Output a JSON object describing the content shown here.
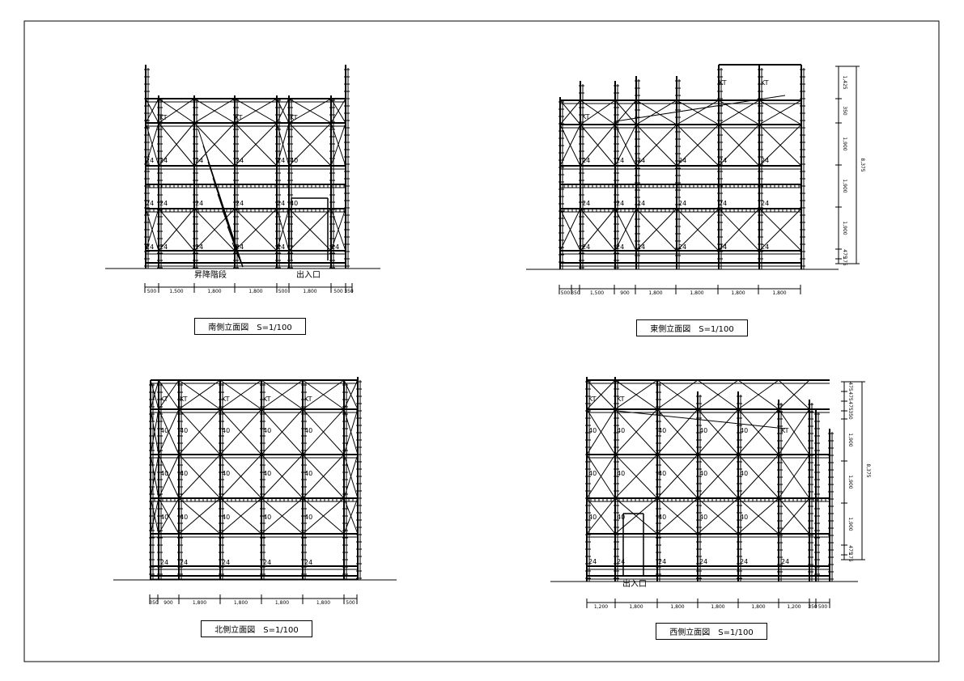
{
  "elevations": [
    {
      "id": "south",
      "title": "南側立面図　S=1/100",
      "notes": [
        "昇降階段",
        "出入口"
      ],
      "bay_dims": [
        "500",
        "1,500",
        "1,800",
        "1,800",
        "500",
        "1,800",
        "500",
        "350"
      ],
      "labels_kt": [
        "KT",
        "KT",
        "KT"
      ],
      "labels_24": "24",
      "labels_40": "40"
    },
    {
      "id": "east",
      "title": "東側立面図　S=1/100",
      "notes": [],
      "bay_dims": [
        "500",
        "350",
        "1,500",
        "900",
        "1,800",
        "1,800",
        "1,800",
        "1,800"
      ],
      "height_dims": [
        "1,425",
        "350",
        "1,900",
        "1,900",
        "1,900",
        "475",
        "175"
      ],
      "total_height": "8,375",
      "labels_kt": [
        "KT",
        "KT",
        "KT"
      ],
      "labels_24": "24",
      "labels_40": "40"
    },
    {
      "id": "north",
      "title": "北側立面図　S=1/100",
      "notes": [],
      "bay_dims": [
        "350",
        "900",
        "1,800",
        "1,800",
        "1,800",
        "1,800",
        "500"
      ],
      "labels_kt": [
        "KT",
        "KT",
        "KT",
        "KT",
        "KT"
      ],
      "labels_24": "24",
      "labels_40": "40"
    },
    {
      "id": "west",
      "title": "西側立面図　S=1/100",
      "notes": [
        "出入口"
      ],
      "bay_dims": [
        "1,200",
        "1,800",
        "1,800",
        "1,800",
        "1,800",
        "1,200",
        "350",
        "500"
      ],
      "height_dims": [
        "475",
        "475",
        "475",
        "350",
        "1,900",
        "1,900",
        "1,900",
        "475",
        "175"
      ],
      "total_height": "8,375",
      "labels_kt": [
        "KT",
        "KT",
        "KT"
      ],
      "labels_24": "24",
      "labels_40": "40"
    }
  ]
}
